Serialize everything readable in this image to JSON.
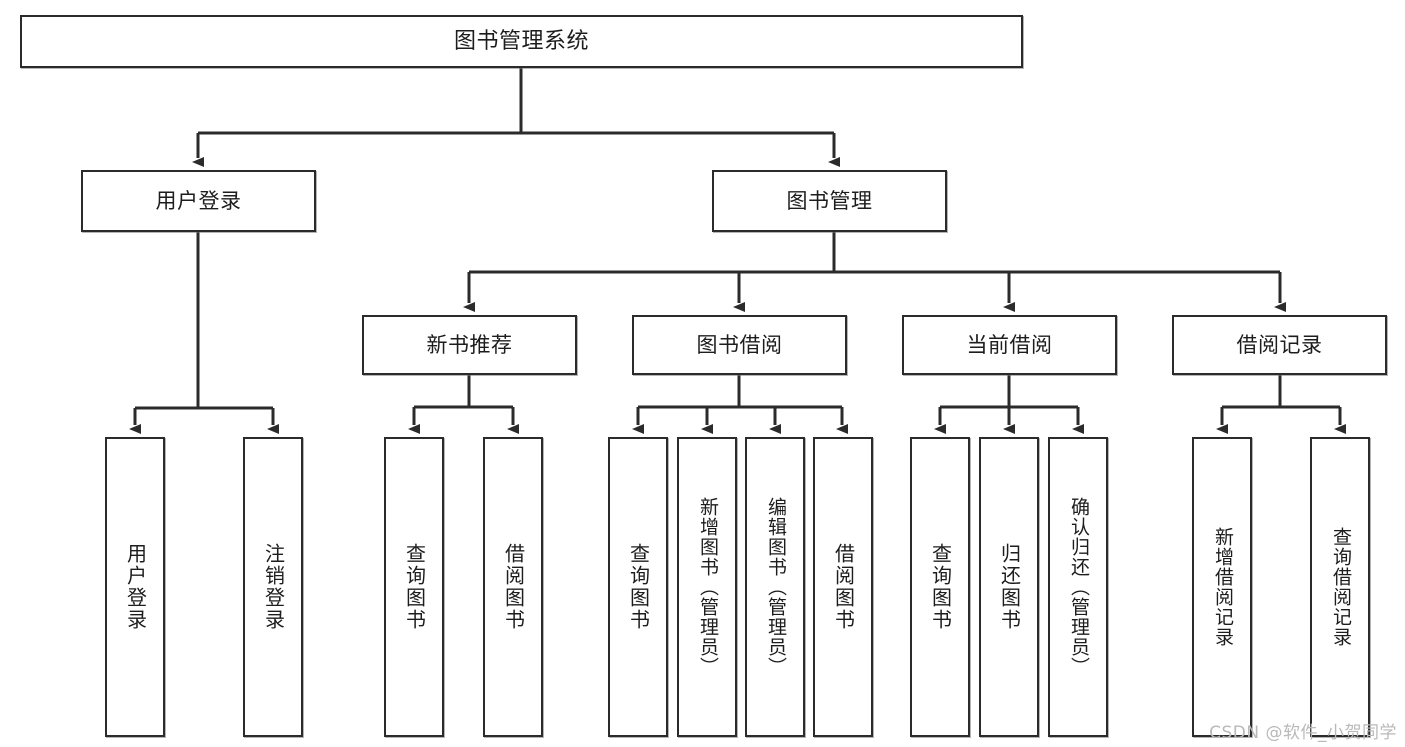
{
  "diagram": {
    "type": "tree-hierarchy",
    "title": "图书管理系统",
    "orientation": "top-down",
    "watermark": "CSDN @软件_小贺同学",
    "colors": {
      "background": "#ffffff",
      "node_border": "#2b2b2b",
      "node_fill": "#ffffff",
      "edge": "#2b2b2b",
      "text": "#1d1d1d",
      "watermark": "#b9b9b9"
    },
    "nodes": {
      "root": {
        "label": "图书管理系统"
      },
      "level1": [
        {
          "label": "用户登录"
        },
        {
          "label": "图书管理"
        }
      ],
      "level2": [
        {
          "label": "新书推荐"
        },
        {
          "label": "图书借阅"
        },
        {
          "label": "当前借阅"
        },
        {
          "label": "借阅记录"
        }
      ],
      "leaves": {
        "user_login": [
          {
            "label": "用户登录"
          },
          {
            "label": "注销登录"
          }
        ],
        "new_book_recommend": [
          {
            "label": "查询图书"
          },
          {
            "label": "借阅图书"
          }
        ],
        "book_borrow": [
          {
            "label": "查询图书"
          },
          {
            "label": "新增图书（管理员）"
          },
          {
            "label": "编辑图书（管理员）"
          },
          {
            "label": "借阅图书"
          }
        ],
        "current_borrow": [
          {
            "label": "查询图书"
          },
          {
            "label": "归还图书"
          },
          {
            "label": "确认归还（管理员）"
          }
        ],
        "borrow_record": [
          {
            "label": "新增借阅记录"
          },
          {
            "label": "查询借阅记录"
          }
        ]
      }
    }
  }
}
